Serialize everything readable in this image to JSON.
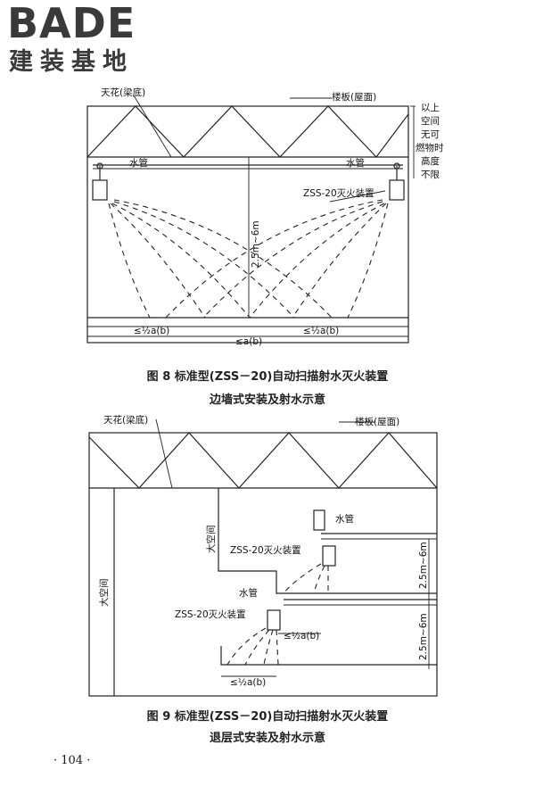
{
  "logo": {
    "word": "BADE",
    "sub": "建装基地"
  },
  "fig8": {
    "ceiling": "天花(梁底)",
    "floor_slab": "楼板(屋面)",
    "side_note": [
      "以上",
      "空间",
      "无可",
      "燃物时",
      "高度",
      "不限"
    ],
    "pipe_left": "水管",
    "pipe_right": "水管",
    "device": "ZSS-20灭火装置",
    "height": "2.5m~6m",
    "half_left": "≤½a(b)",
    "half_right": "≤½a(b)",
    "full": "≤a(b)",
    "caption_1": "图 8  标准型(ZSS－20)自动扫描射水灭火装置",
    "caption_2": "边墙式安装及射水示意"
  },
  "fig9": {
    "ceiling": "天花(梁底)",
    "floor_slab": "楼板(屋面)",
    "big_space_left": "大空间",
    "big_space_mid": "大空间",
    "pipe_top": "水管",
    "device_top": "ZSS-20灭火装置",
    "pipe_mid": "水管",
    "device_mid": "ZSS-20灭火装置",
    "half_top": "≤½a(b)",
    "half_bottom": "≤½a(b)",
    "height_top": "2.5m~6m",
    "height_bottom": "2.5m~6m",
    "caption_1": "图 9  标准型(ZSS－20)自动扫描射水灭火装置",
    "caption_2": "退层式安装及射水示意"
  },
  "page_number": "· 104 ·"
}
